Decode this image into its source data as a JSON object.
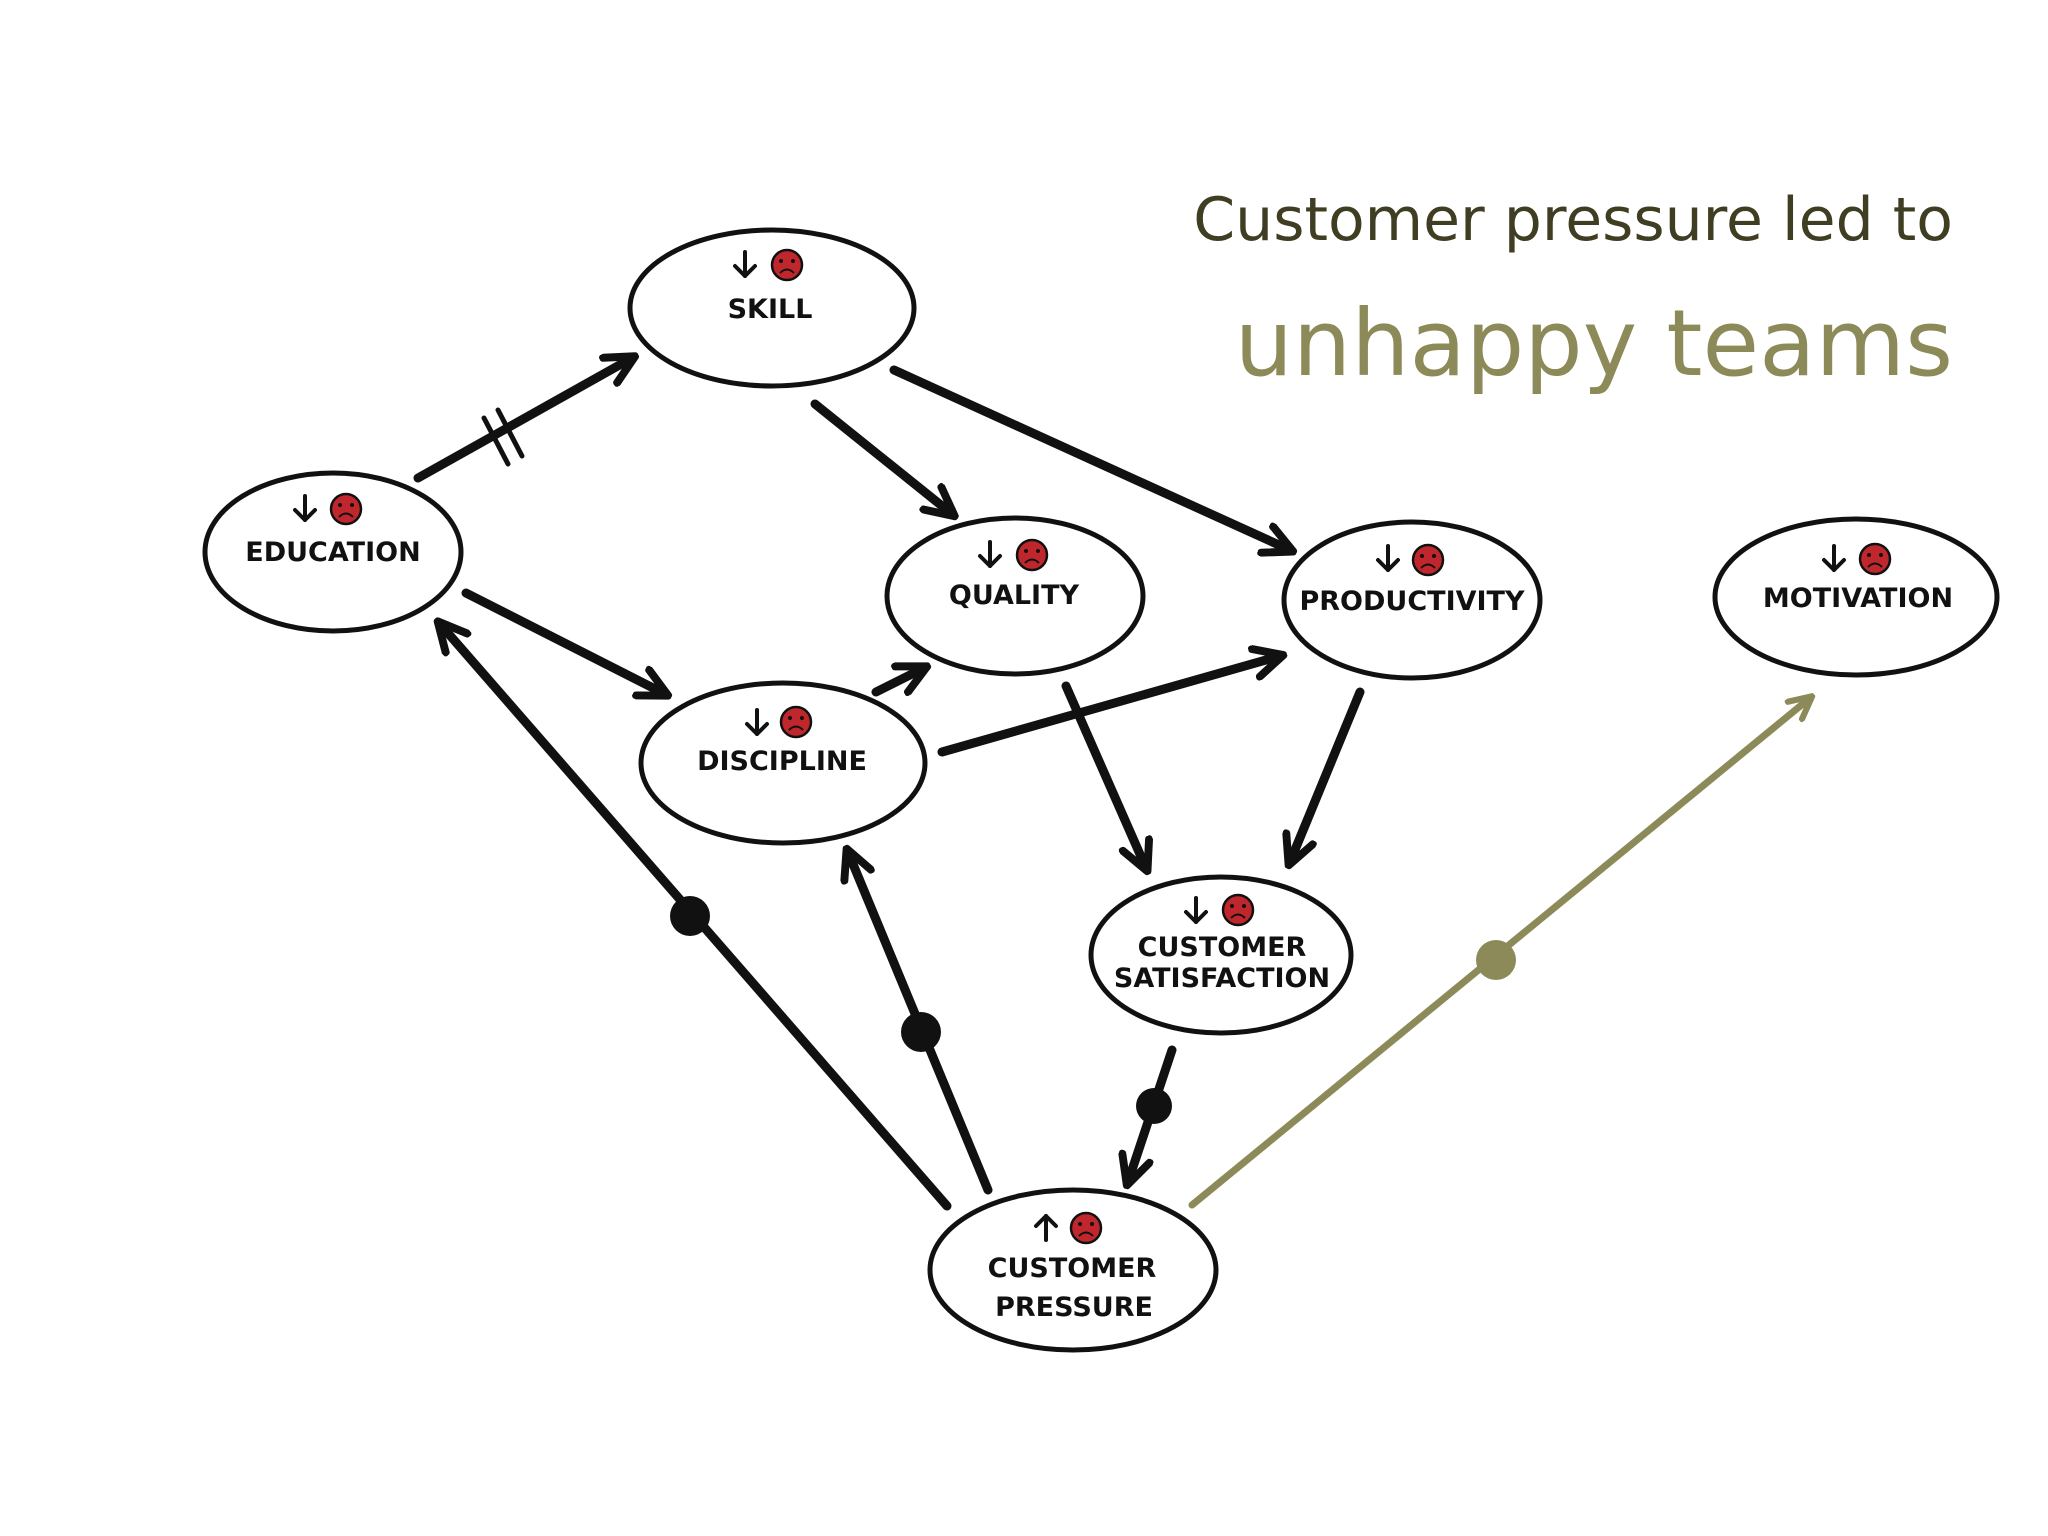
{
  "title": {
    "line1": "Customer pressure led to",
    "line2": "unhappy teams"
  },
  "colors": {
    "ink": "#111111",
    "highlight_arrow": "#8c8a58",
    "sad_face": "#c0272d"
  },
  "nodes": {
    "skill": {
      "label": "SKILL",
      "trend": "down"
    },
    "education": {
      "label": "EDUCATION",
      "trend": "down"
    },
    "quality": {
      "label": "QUALITY",
      "trend": "down"
    },
    "productivity": {
      "label": "PRODUCTIVITY",
      "trend": "down"
    },
    "motivation": {
      "label": "MOTIVATION",
      "trend": "down"
    },
    "discipline": {
      "label": "DISCIPLINE",
      "trend": "down"
    },
    "customer_satisfaction": {
      "label_line1": "CUSTOMER",
      "label_line2": "SATISFACTION",
      "trend": "down"
    },
    "customer_pressure": {
      "label_line1": "CUSTOMER",
      "label_line2": "PRESSURE",
      "trend": "up"
    }
  },
  "icons": {
    "trend_down": "arrow-down-icon",
    "trend_up": "arrow-up-icon",
    "mood": "sad-face-icon"
  }
}
